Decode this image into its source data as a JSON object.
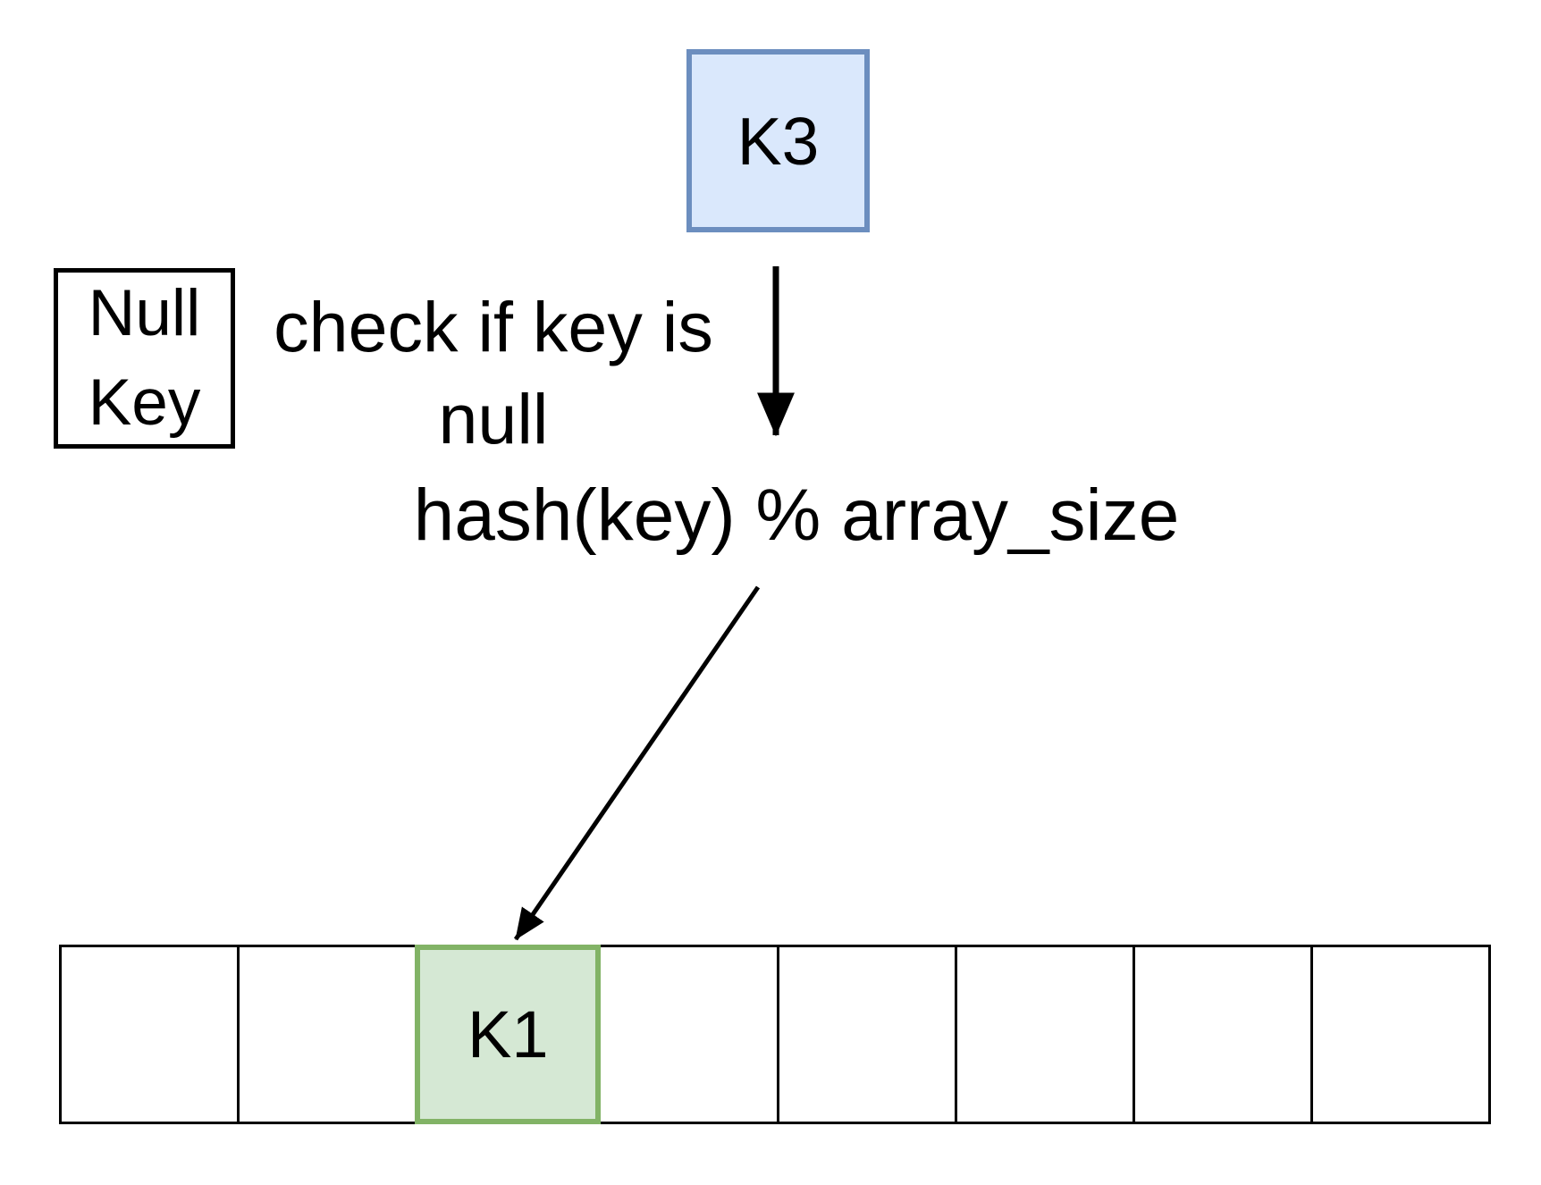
{
  "diagram": {
    "key_box": {
      "label": "K3"
    },
    "null_key_box": {
      "line1": "Null",
      "line2": "Key"
    },
    "check_annotation": {
      "line1": "check if key is",
      "line2": "null"
    },
    "hash_formula": "hash(key) % array_size",
    "array": {
      "cells": [
        "",
        "",
        "K1",
        "",
        "",
        "",
        "",
        ""
      ],
      "highlighted_index": 2,
      "highlighted_value": "K1"
    },
    "colors": {
      "key_box_fill": "#dae8fc",
      "key_box_border": "#6c8ebf",
      "highlight_fill": "#d5e8d4",
      "highlight_border": "#82b366",
      "arrow_color": "#000000"
    }
  }
}
